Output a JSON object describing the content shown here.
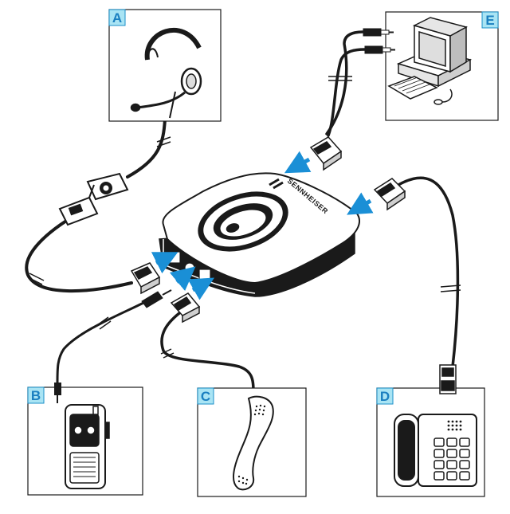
{
  "colors": {
    "label_fill": "#a9e4f4",
    "label_stroke": "#1a8fc9",
    "label_text": "#1a7fc0",
    "arrow": "#1a8fd6",
    "cable": "#1a1a1a",
    "device_fill": "#ffffff",
    "device_stroke": "#1a1a1a"
  },
  "panels": {
    "A": {
      "label": "A",
      "icon": "headset-icon"
    },
    "B": {
      "label": "B",
      "icon": "dictation-recorder-icon"
    },
    "C": {
      "label": "C",
      "icon": "telephone-handset-icon"
    },
    "D": {
      "label": "D",
      "icon": "desk-phone-icon"
    },
    "E": {
      "label": "E",
      "icon": "computer-icon"
    }
  },
  "hub": {
    "brand": "SENNHEISER",
    "icon": "audio-hub-icon"
  }
}
